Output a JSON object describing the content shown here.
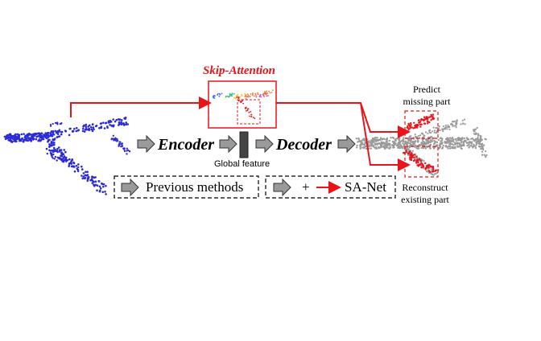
{
  "labels": {
    "skip_attention": "Skip-Attention",
    "encoder": "Encoder",
    "decoder": "Decoder",
    "global_feature": "Global feature",
    "previous_methods": "Previous methods",
    "plus": "+",
    "sa_net": "SA-Net",
    "predict_line1": "Predict",
    "predict_line2": "missing part",
    "reconstruct_line1": "Reconstruct",
    "reconstruct_line2": "existing part"
  },
  "colors": {
    "input_points": "#2b2bd6",
    "output_points": "#9a9a9a",
    "highlight": "#e8141a",
    "arrow_fill": "#9a9a9a",
    "global_feature_bar": "#444444"
  },
  "icons": {
    "block_arrow": "gray-block-arrow-icon",
    "red_arrow": "red-line-arrow-icon"
  }
}
